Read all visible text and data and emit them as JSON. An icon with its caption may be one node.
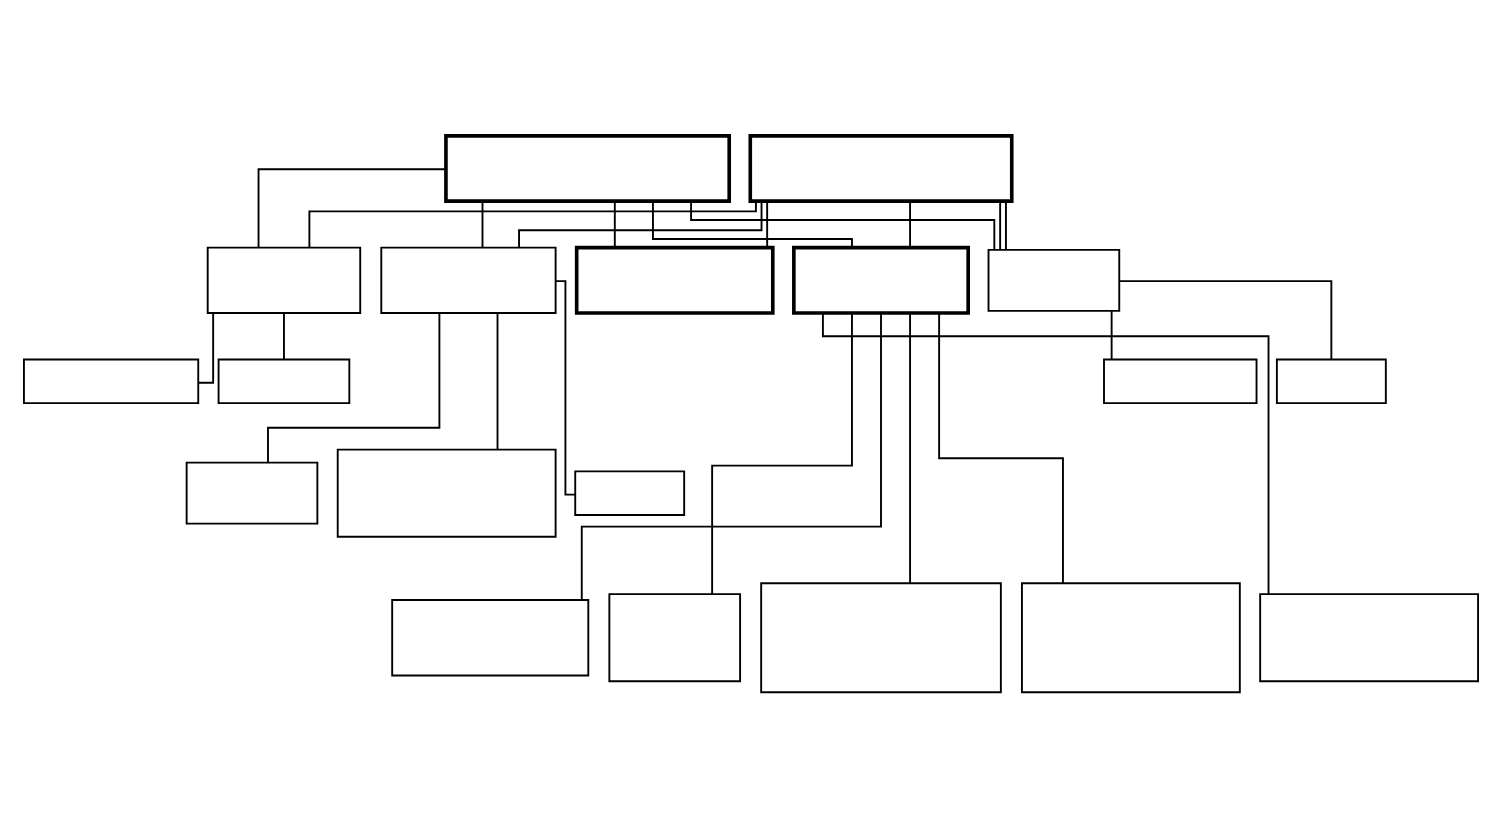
{
  "diagram": {
    "nodes": [
      {
        "text": [],
        "shape": "box"
      },
      {
        "text": [],
        "shape": "box"
      },
      {
        "text": [],
        "shape": "box"
      },
      {
        "text": [],
        "shape": "box"
      },
      {
        "text": [],
        "shape": "box"
      },
      {
        "text": [],
        "shape": "box"
      },
      {
        "text": [],
        "shape": "box"
      },
      {
        "text": [],
        "shape": "box"
      },
      {
        "text": [],
        "shape": "box"
      },
      {
        "text": [],
        "shape": "box"
      },
      {
        "text": [],
        "shape": "box"
      },
      {
        "text": [],
        "shape": "box"
      },
      {
        "text": [],
        "shape": "box"
      },
      {
        "text": [],
        "shape": "box"
      },
      {
        "text": [],
        "shape": "box"
      },
      {
        "text": [],
        "shape": "box"
      },
      {
        "text": [],
        "shape": "box"
      },
      {
        "text": [],
        "shape": "box"
      },
      {
        "text": [],
        "shape": "box"
      }
    ],
    "edges": [
      {
        "from": 0,
        "to": 2,
        "arrow": "none"
      },
      {
        "from": 0,
        "to": 3,
        "arrow": "none"
      },
      {
        "from": 0,
        "to": 4,
        "arrow": "none"
      },
      {
        "from": 0,
        "to": 5,
        "arrow": "none"
      },
      {
        "from": 0,
        "to": 6,
        "arrow": "none"
      },
      {
        "from": 1,
        "to": 2,
        "arrow": "none"
      },
      {
        "from": 1,
        "to": 3,
        "arrow": "none"
      },
      {
        "from": 1,
        "to": 4,
        "arrow": "none"
      },
      {
        "from": 1,
        "to": 5,
        "arrow": "none"
      },
      {
        "from": 1,
        "to": 6,
        "arrow": "none"
      },
      {
        "from": 1,
        "to": 6,
        "arrow": "none"
      },
      {
        "from": 2,
        "to": 7,
        "arrow": "none"
      },
      {
        "from": 2,
        "to": 8,
        "arrow": "none"
      },
      {
        "from": 6,
        "to": 9,
        "arrow": "none"
      },
      {
        "from": 6,
        "to": 10,
        "arrow": "none"
      },
      {
        "from": 3,
        "to": 11,
        "arrow": "none"
      },
      {
        "from": 3,
        "to": 12,
        "arrow": "none"
      },
      {
        "from": 3,
        "to": 13,
        "arrow": "none"
      },
      {
        "from": 5,
        "to": 14,
        "arrow": "none"
      },
      {
        "from": 5,
        "to": 15,
        "arrow": "none"
      },
      {
        "from": 5,
        "to": 16,
        "arrow": "none"
      },
      {
        "from": 5,
        "to": 17,
        "arrow": "none"
      },
      {
        "from": 5,
        "to": 18,
        "arrow": "none"
      }
    ]
  }
}
